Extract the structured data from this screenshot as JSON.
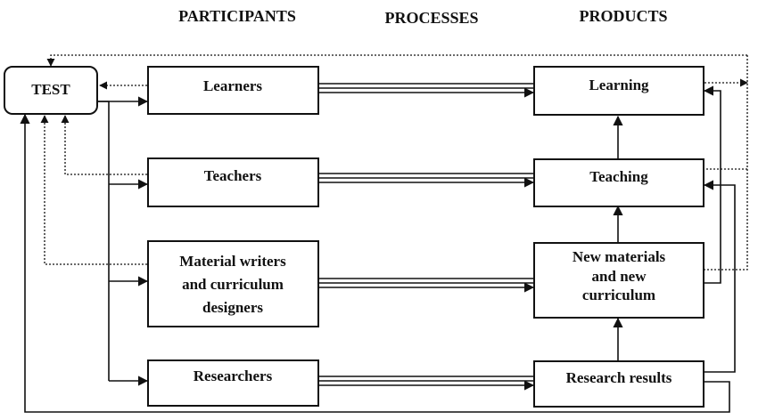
{
  "headers": {
    "participants": "PARTICIPANTS",
    "processes": "PROCESSES",
    "products": "PRODUCTS"
  },
  "test_box": {
    "label": "TEST"
  },
  "participants": [
    {
      "id": "learners",
      "lines": [
        "Learners"
      ]
    },
    {
      "id": "teachers",
      "lines": [
        "Teachers"
      ]
    },
    {
      "id": "material-writers",
      "lines": [
        "Material writers",
        "and curriculum",
        "designers"
      ]
    },
    {
      "id": "researchers",
      "lines": [
        "Researchers"
      ]
    }
  ],
  "products": [
    {
      "id": "learning",
      "lines": [
        "Learning"
      ]
    },
    {
      "id": "teaching",
      "lines": [
        "Teaching"
      ]
    },
    {
      "id": "new-materials",
      "lines": [
        "New materials",
        "and new",
        "curriculum"
      ]
    },
    {
      "id": "research-results",
      "lines": [
        "Research results"
      ]
    }
  ]
}
